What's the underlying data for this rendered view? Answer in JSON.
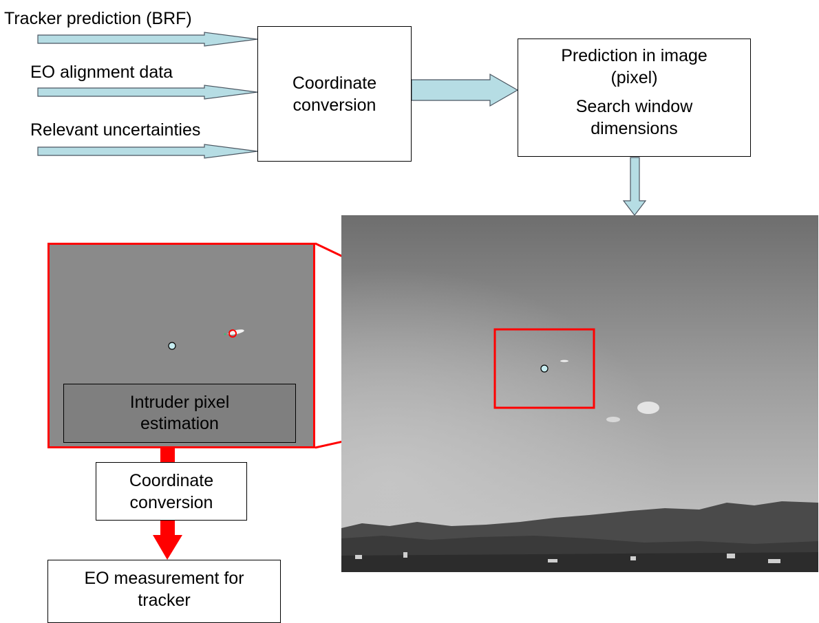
{
  "inputs": {
    "tracker_prediction": "Tracker prediction (BRF)",
    "eo_alignment": "EO alignment data",
    "uncertainties": "Relevant uncertainties"
  },
  "coord_conversion_top": {
    "line1": "Coordinate",
    "line2": "conversion"
  },
  "prediction_box": {
    "line1": "Prediction in image",
    "line2": "(pixel)",
    "line3": "Search window",
    "line4": "dimensions"
  },
  "zoom_panel": {
    "estimation_line1": "Intruder pixel",
    "estimation_line2": "estimation"
  },
  "coord_conversion_bottom": {
    "line1": "Coordinate",
    "line2": "conversion"
  },
  "output_box": {
    "line1": "EO measurement for",
    "line2": "tracker"
  },
  "colors": {
    "arrow_fill": "#b6dde4",
    "highlight": "#ff0000",
    "zoom_background": "#8a8a8a",
    "marker": "#c6ecf0"
  }
}
